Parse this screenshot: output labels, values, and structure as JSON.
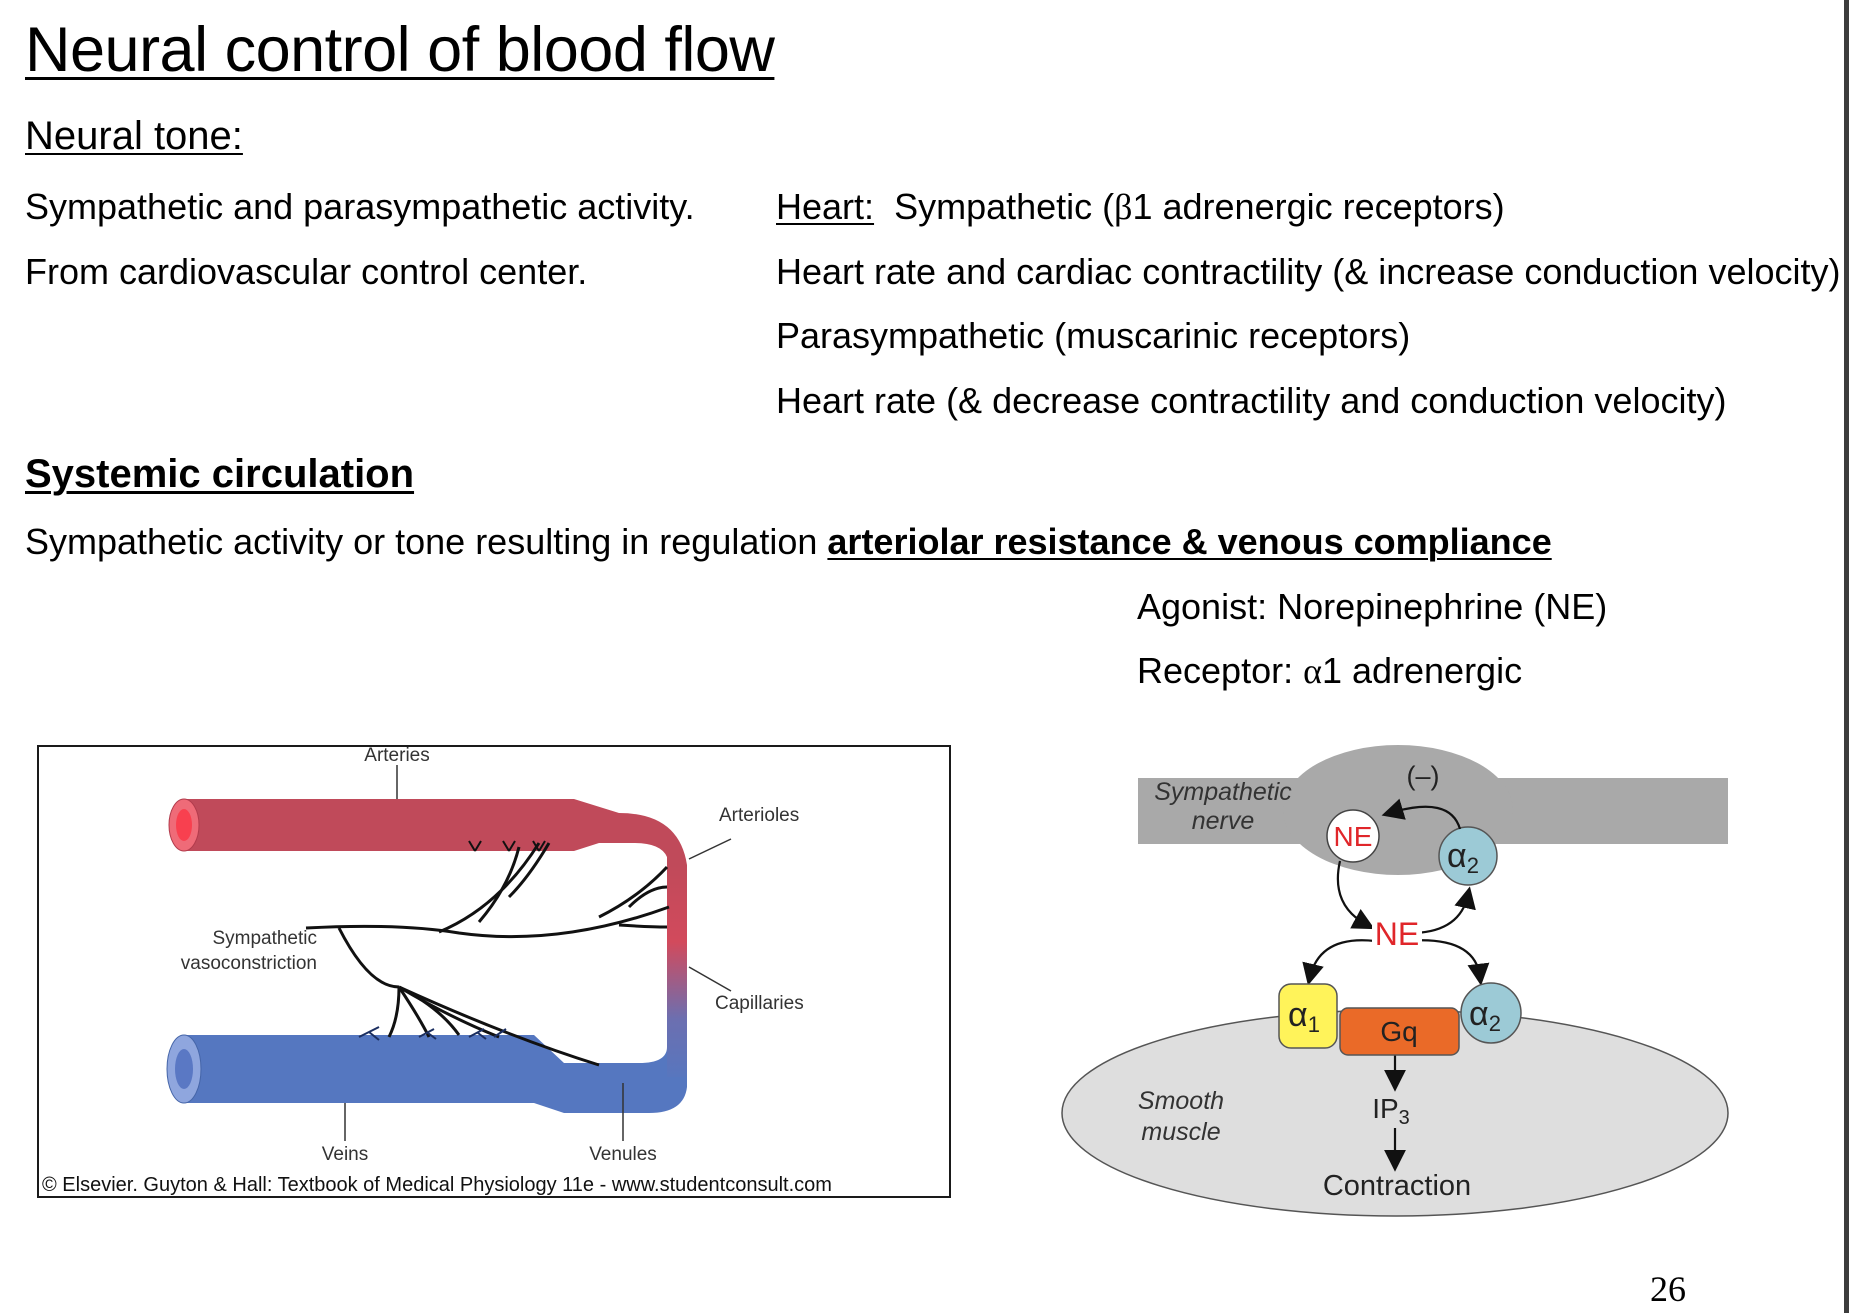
{
  "slide": {
    "title": "Neural control of blood flow",
    "page_number": "26"
  },
  "neural_tone": {
    "heading": "Neural tone:",
    "left_lines": [
      "Sympathetic and parasympathetic activity.",
      "From cardiovascular control center."
    ],
    "heart_label": "Heart:",
    "heart_line_rest_prefix": "Sympathetic (",
    "heart_beta": "β",
    "heart_line_rest_suffix": "1 adrenergic receptors)",
    "right_lines": [
      "Heart rate and cardiac contractility (& increase conduction velocity)",
      "Parasympathetic (muscarinic receptors)",
      "Heart rate (& decrease contractility and conduction velocity)"
    ]
  },
  "systemic": {
    "heading": "Systemic circulation",
    "sentence_prefix": "Sympathetic activity or tone resulting in regulation ",
    "sentence_emphasis": "arteriolar resistance & venous compliance",
    "agonist": "Agonist:  Norepinephrine (NE)",
    "receptor_prefix": "Receptor: ",
    "receptor_alpha": "α",
    "receptor_suffix": "1 adrenergic"
  },
  "figure_vessels": {
    "labels": {
      "arteries": "Arteries",
      "arterioles": "Arterioles",
      "sympathetic_1": "Sympathetic",
      "sympathetic_2": "vasoconstriction",
      "capillaries": "Capillaries",
      "veins": "Veins",
      "venules": "Venules"
    },
    "credit": "© Elsevier. Guyton & Hall: Textbook of Medical Physiology 11e - www.studentconsult.com",
    "colors": {
      "artery": "#c04a5a",
      "artery_lumen": "#f06070",
      "vein": "#5577c0",
      "vein_lumen": "#8fa6de",
      "nerve": "#111111"
    }
  },
  "figure_receptors": {
    "labels": {
      "nerve_1": "Sympathetic",
      "nerve_2": "nerve",
      "inhibit": "(–)",
      "ne_vesicle": "NE",
      "alpha2_pre": "α",
      "alpha2_pre_sub": "2",
      "ne_released": "NE",
      "alpha1": "α",
      "alpha1_sub": "1",
      "gq": "Gq",
      "alpha2_post": "α",
      "alpha2_post_sub": "2",
      "muscle_1": "Smooth",
      "muscle_2": "muscle",
      "ip3": "IP",
      "ip3_sub": "3",
      "contraction": "Contraction"
    },
    "colors": {
      "nerve": "#a9a9a9",
      "muscle": "#dedede",
      "ne_text": "#e0262a",
      "alpha1": "#fff35a",
      "alpha2": "#9ccad6",
      "gq": "#ea6a28"
    }
  }
}
